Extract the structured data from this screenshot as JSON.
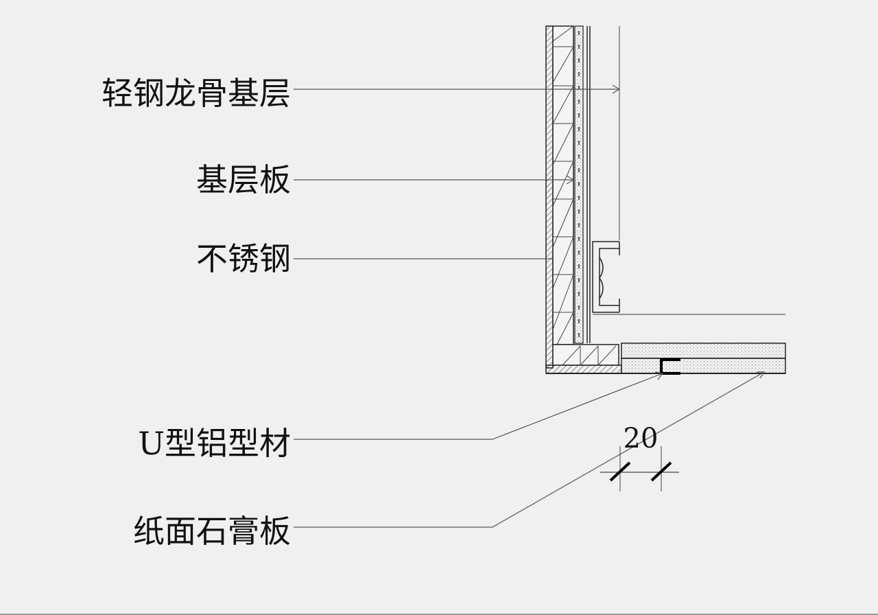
{
  "labels": {
    "light_steel_keel": "轻钢龙骨基层",
    "base_board": "基层板",
    "stainless_steel": "不锈钢",
    "u_aluminum_profile": "U型铝型材",
    "gypsum_board": "纸面石膏板"
  },
  "dimension": {
    "value": "20"
  },
  "colors": {
    "background": "#f0f0f0",
    "line": "#222222",
    "leader": "#555555",
    "fill_board": "#e6e6e6"
  }
}
